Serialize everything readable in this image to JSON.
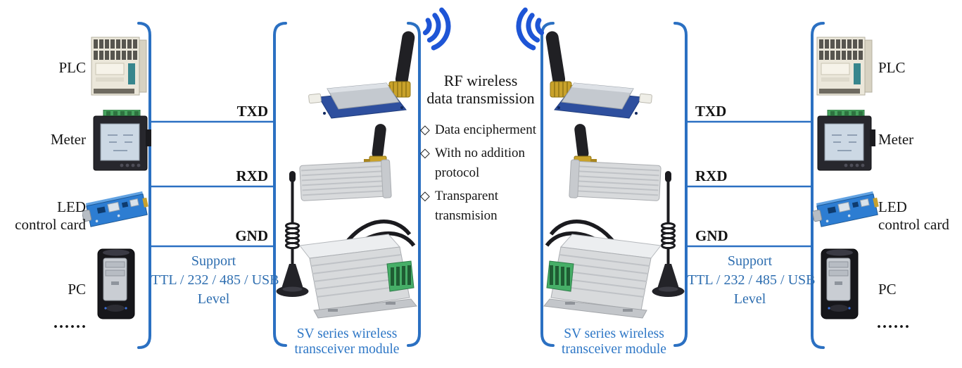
{
  "diagram": {
    "title": {
      "line1": "RF wireless",
      "line2": "data transmission"
    },
    "features": [
      {
        "marker": "◇",
        "line1": "Data encipherment"
      },
      {
        "marker": "◇",
        "line1": "With no addition",
        "line2": "protocol"
      },
      {
        "marker": "◇",
        "line1": "Transparent",
        "line2": "transmision"
      }
    ],
    "signals": [
      {
        "label": "TXD"
      },
      {
        "label": "RXD"
      },
      {
        "label": "GND"
      }
    ],
    "devices": [
      {
        "label": "PLC"
      },
      {
        "label": "Meter"
      },
      {
        "label": "LED",
        "label2": "control card"
      },
      {
        "label": "PC"
      },
      {
        "label": "......"
      }
    ],
    "support_note": {
      "line1": "Support",
      "line2": "TTL / 232 / 485 / USB",
      "line3": "Level"
    },
    "module_caption": {
      "line1": "SV series wireless",
      "line2": "transceiver module"
    },
    "icons": {
      "wifi": "wifi-waves-icon",
      "feature_bullet": "diamond-bullet"
    },
    "colors": {
      "bracket_blue": "#2b70c2",
      "wifi_blue": "#1e55d6",
      "note_blue": "#2e6eb0",
      "caption_blue": "#2e77c6",
      "text_black": "#161616"
    }
  }
}
